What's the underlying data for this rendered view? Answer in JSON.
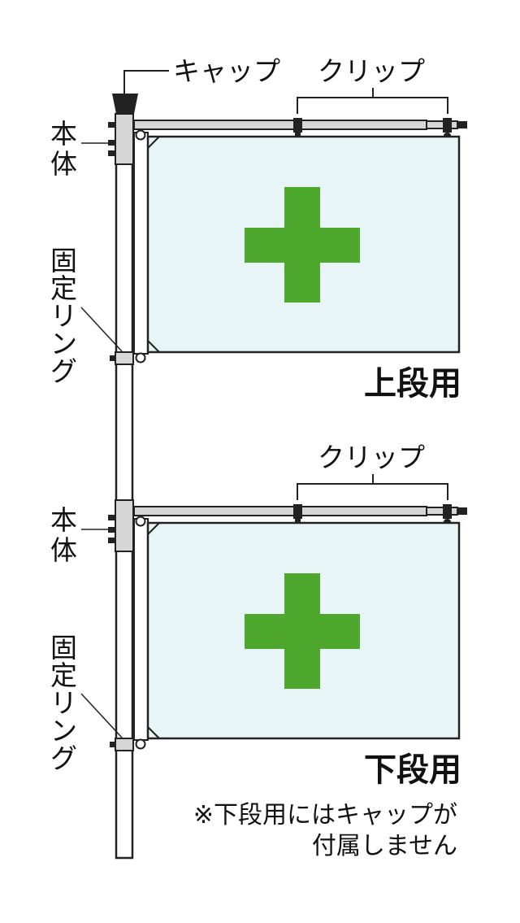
{
  "labels": {
    "cap": "キャップ",
    "clip": "クリップ",
    "body_line1": "本",
    "body_line2": "体",
    "ring_line1": "固",
    "ring_line2": "定",
    "ring_line3": "リ",
    "ring_line4": "ン",
    "ring_line5": "グ",
    "upper": "上段用",
    "lower": "下段用",
    "note_line1": "※下段用にはキャップが",
    "note_line2": "付属しません"
  },
  "colors": {
    "flag_fill": "#e8f5f7",
    "cross": "#4ea82e",
    "pole": "#ffffff",
    "fitting": "#d6d6d6",
    "cap": "#222222",
    "stroke": "#222222"
  }
}
